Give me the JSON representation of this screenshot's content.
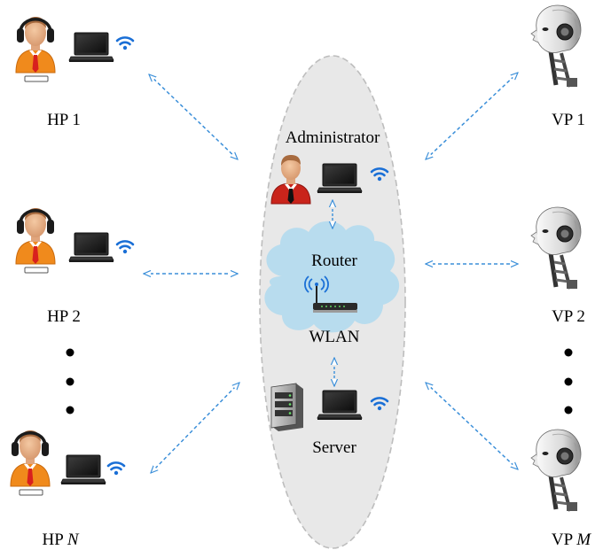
{
  "humans": [
    {
      "prefix": "HP ",
      "suffix": "1"
    },
    {
      "prefix": "HP ",
      "suffix": "2"
    },
    {
      "prefix": "HP ",
      "suffix": "N"
    }
  ],
  "robots": [
    {
      "prefix": "VP ",
      "suffix": "1"
    },
    {
      "prefix": "VP ",
      "suffix": "2"
    },
    {
      "prefix": "VP ",
      "suffix": "M"
    }
  ],
  "center": {
    "admin_label": "Administrator",
    "router_label": "Router",
    "wlan_label": "WLAN",
    "server_label": "Server"
  },
  "colors": {
    "arrow": "#3b8fd9",
    "cloud": "#b8dcee",
    "ellipse_fill": "#e8e8e8",
    "ellipse_stroke": "#bdbdbd",
    "wifi": "#1a6fd6",
    "shirt_orange": "#f08a1c",
    "shirt_red": "#c9241b",
    "tie": "#d8201e",
    "headphone": "#1b1b1b"
  },
  "icons": [
    "headphones-icon",
    "laptop-icon",
    "wifi-icon",
    "router-icon",
    "server-icon",
    "robot-head-icon",
    "person-icon"
  ]
}
